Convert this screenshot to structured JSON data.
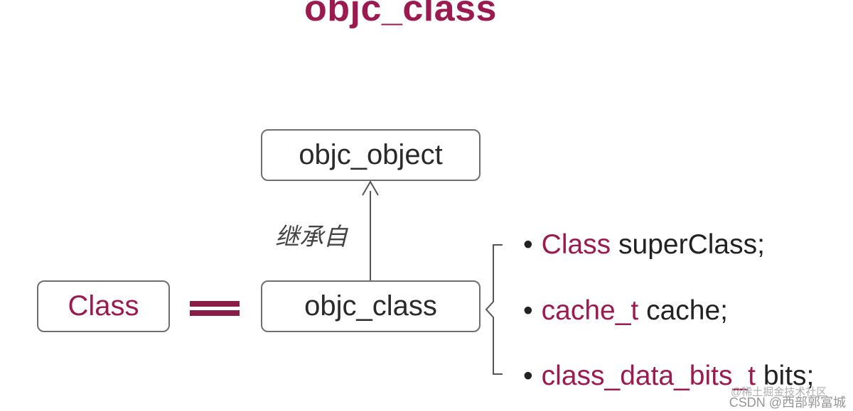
{
  "title": "objc_class",
  "nodes": {
    "objc_object": "objc_object",
    "class_left": "Class",
    "objc_class": "objc_class"
  },
  "edge_label": "继承自",
  "members": [
    {
      "type": "Class",
      "rest": " superClass;"
    },
    {
      "type": "cache_t",
      "rest": " cache;"
    },
    {
      "type": "class_data_bits_t",
      "rest": " bits;"
    }
  ],
  "bullet": "•",
  "watermark": {
    "line1": "@稀土掘金技术社区",
    "line2": "CSDN @西部郭富城"
  },
  "colors": {
    "accent": "#9b1b50",
    "border": "#6f6f6f",
    "text": "#222222"
  }
}
